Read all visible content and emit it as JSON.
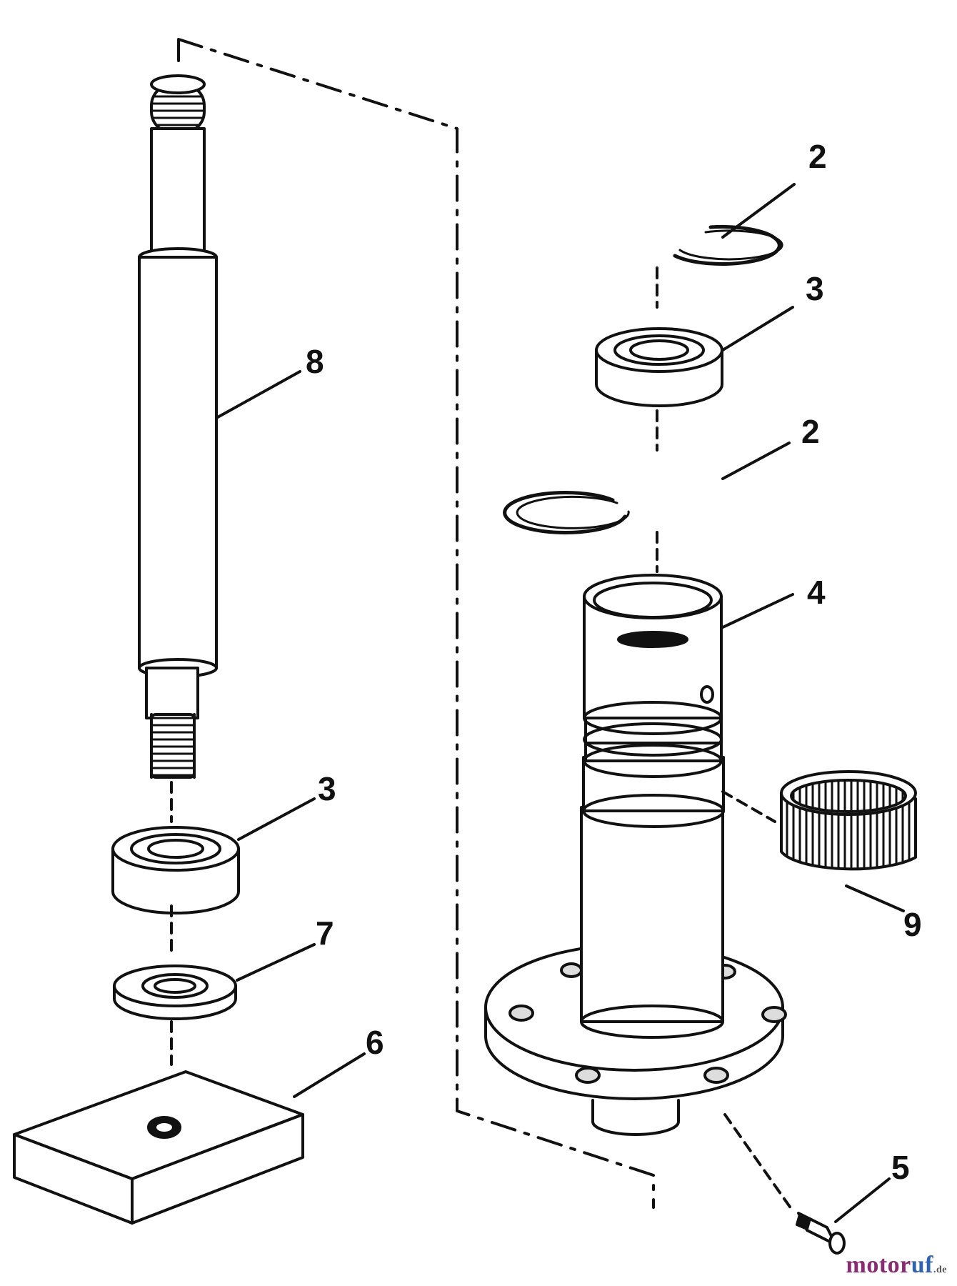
{
  "diagram": {
    "part_labels": {
      "ring_top": "2",
      "bearing_upper": "3",
      "ring_lower": "2",
      "housing": "4",
      "shaft": "8",
      "bearing_lower": "3",
      "washer": "7",
      "block": "6",
      "fitting": "5",
      "roller_bearing": "9"
    },
    "watermark": {
      "part1": "motor",
      "part2": "uf",
      "suffix": ".de"
    }
  },
  "colors": {
    "ink": "#111111",
    "background": "#ffffff",
    "watermark_purple": "#8a2a73",
    "watermark_blue": "#2f63b0"
  }
}
